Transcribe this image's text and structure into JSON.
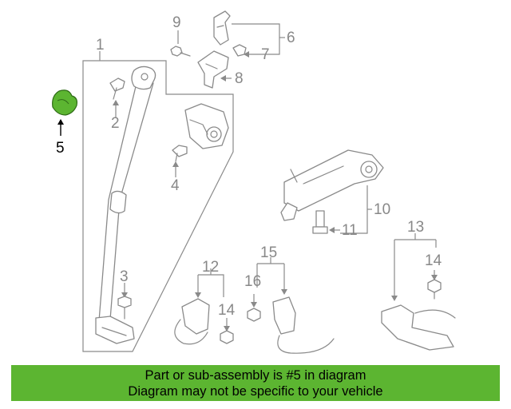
{
  "callouts": {
    "c1": "1",
    "c2": "2",
    "c3": "3",
    "c4": "4",
    "c5": "5",
    "c6": "6",
    "c7": "7",
    "c8": "8",
    "c9": "9",
    "c10": "10",
    "c11": "11",
    "c12": "12",
    "c13": "13",
    "c14a": "14",
    "c14b": "14",
    "c15": "15",
    "c16": "16"
  },
  "highlight": {
    "part": "5",
    "color": "#5cb531"
  },
  "banner": {
    "line1": "Part or sub-assembly is #5 in diagram",
    "line2": "Diagram may not be specific to your vehicle",
    "color": "#5cb531"
  }
}
